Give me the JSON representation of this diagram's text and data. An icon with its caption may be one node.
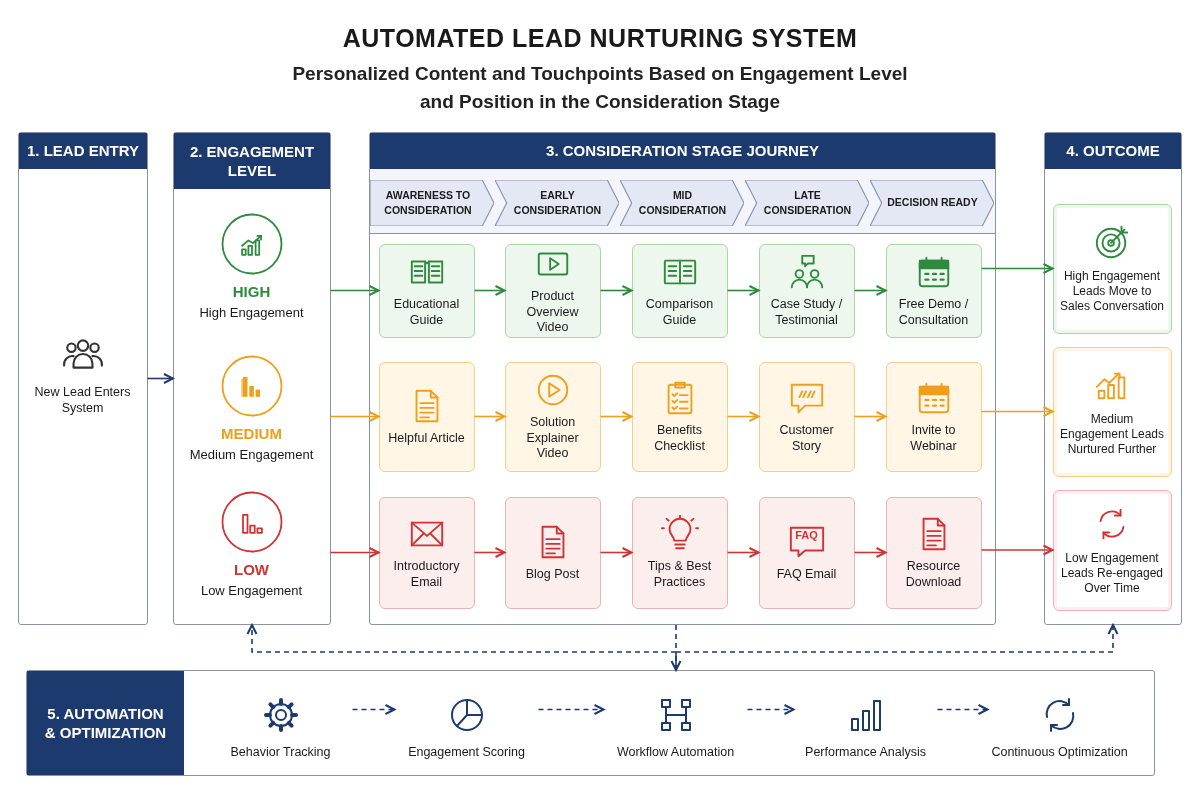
{
  "diagram": {
    "title": "AUTOMATED LEAD NURTURING SYSTEM",
    "nodes": [
      {
        "text": [
          "1. LEAD ENTRY"
        ]
      },
      {
        "text": [
          "New Lead Enters System"
        ],
        "in": 0
      },
      {
        "text": [
          "2. ENGAGEMENT LEVEL"
        ]
      },
      {
        "text": [
          "HIGH",
          "High Engagement"
        ],
        "in": 2
      },
      {
        "text": [
          "MEDIUM",
          "Medium Engagement"
        ],
        "in": 2
      },
      {
        "text": [
          "LOW",
          "Low Engagement"
        ],
        "in": 2
      },
      {
        "text": [
          "3. CONSIDERATION STAGE JOURNEY"
        ]
      },
      {
        "text": [
          "AWARENESS TO CONSIDERATION"
        ],
        "in": 6
      },
      {
        "text": [
          "EARLY CONSIDERATION"
        ],
        "in": 6
      },
      {
        "text": [
          "MID CONSIDERATION"
        ],
        "in": 6
      },
      {
        "text": [
          "LATE CONSIDERATION"
        ],
        "in": 6
      },
      {
        "text": [
          "DECISION READY"
        ],
        "in": 6
      },
      {
        "text": [
          "Educational Guide"
        ],
        "in": 6
      },
      {
        "text": [
          "Product Overview Video"
        ],
        "in": 6
      },
      {
        "text": [
          "Comparison Guide"
        ],
        "in": 6
      },
      {
        "text": [
          "Case Study / Testimonial"
        ],
        "in": 6
      },
      {
        "text": [
          "Free Demo / Consultation"
        ],
        "in": 6
      },
      {
        "text": [
          "Helpful Article"
        ],
        "in": 6
      },
      {
        "text": [
          "Solution Explainer Video"
        ],
        "in": 6
      },
      {
        "text": [
          "Benefits Checklist"
        ],
        "in": 6
      },
      {
        "text": [
          "Customer Story"
        ],
        "in": 6
      },
      {
        "text": [
          "Invite to Webinar"
        ],
        "in": 6
      },
      {
        "text": [
          "Introductory Email"
        ],
        "in": 6
      },
      {
        "text": [
          "Blog Post"
        ],
        "in": 6
      },
      {
        "text": [
          "Tips & Best Practices"
        ],
        "in": 6
      },
      {
        "text": [
          "FAQ Email"
        ],
        "in": 6
      },
      {
        "text": [
          "Resource Download"
        ],
        "in": 6
      },
      {
        "text": [
          "4. OUTCOME"
        ]
      },
      {
        "text": [
          "High Engagement Leads Move to Sales Conversation"
        ],
        "in": 27
      },
      {
        "text": [
          "Medium Engagement Leads Nurtured Further"
        ],
        "in": 27
      },
      {
        "text": [
          "Low Engagement Leads Re-engaged Over Time"
        ],
        "in": 27
      },
      {
        "text": [
          "5. AUTOMATION & OPTIMIZATION"
        ]
      },
      {
        "text": [
          "Behavior Tracking"
        ],
        "in": 31
      },
      {
        "text": [
          "Engagement Scoring"
        ],
        "in": 31
      },
      {
        "text": [
          "Workflow Automation"
        ],
        "in": 31
      },
      {
        "text": [
          "Performance Analysis"
        ],
        "in": 31
      },
      {
        "text": [
          "Continuous Optimization"
        ],
        "in": 31
      }
    ],
    "edges": [
      {
        "from": 1,
        "to": 2,
        "arrow": "to"
      },
      {
        "from": 3,
        "to": 12,
        "arrow": "to",
        "color": "#2e8b3e"
      },
      {
        "from": 12,
        "to": 13,
        "arrow": "to",
        "color": "#2e8b3e"
      },
      {
        "from": 13,
        "to": 14,
        "arrow": "to",
        "color": "#2e8b3e"
      },
      {
        "from": 14,
        "to": 15,
        "arrow": "to",
        "color": "#2e8b3e"
      },
      {
        "from": 15,
        "to": 16,
        "arrow": "to",
        "color": "#2e8b3e"
      },
      {
        "from": 16,
        "to": 28,
        "arrow": "to",
        "color": "#2e8b3e"
      },
      {
        "from": 4,
        "to": 17,
        "arrow": "to",
        "color": "#ef9f1c"
      },
      {
        "from": 17,
        "to": 18,
        "arrow": "to",
        "color": "#ef9f1c"
      },
      {
        "from": 18,
        "to": 19,
        "arrow": "to",
        "color": "#ef9f1c"
      },
      {
        "from": 19,
        "to": 20,
        "arrow": "to",
        "color": "#ef9f1c"
      },
      {
        "from": 20,
        "to": 21,
        "arrow": "to",
        "color": "#ef9f1c"
      },
      {
        "from": 21,
        "to": 29,
        "arrow": "to",
        "color": "#ef9f1c"
      },
      {
        "from": 5,
        "to": 22,
        "arrow": "to",
        "color": "#cf3434"
      },
      {
        "from": 22,
        "to": 23,
        "arrow": "to",
        "color": "#cf3434"
      },
      {
        "from": 23,
        "to": 24,
        "arrow": "to",
        "color": "#cf3434"
      },
      {
        "from": 24,
        "to": 25,
        "arrow": "to",
        "color": "#cf3434"
      },
      {
        "from": 25,
        "to": 26,
        "arrow": "to",
        "color": "#cf3434"
      },
      {
        "from": 26,
        "to": 30,
        "arrow": "to",
        "color": "#cf3434"
      },
      {
        "from": 6,
        "to": 31,
        "arrow": "to",
        "style": "dashed"
      },
      {
        "from": 31,
        "to": 2,
        "arrow": "to",
        "style": "dashed"
      },
      {
        "from": 31,
        "to": 27,
        "arrow": "to",
        "style": "dashed"
      },
      {
        "from": 32,
        "to": 33,
        "arrow": "to",
        "style": "dashed"
      },
      {
        "from": 33,
        "to": 34,
        "arrow": "to",
        "style": "dashed"
      },
      {
        "from": 34,
        "to": 35,
        "arrow": "to",
        "style": "dashed"
      },
      {
        "from": 35,
        "to": 36,
        "arrow": "to",
        "style": "dashed"
      }
    ],
    "labels": [
      "Personalized Content and Touchpoints Based on Engagement Level and Position in the Consideration Stage",
      "FAQ"
    ]
  }
}
